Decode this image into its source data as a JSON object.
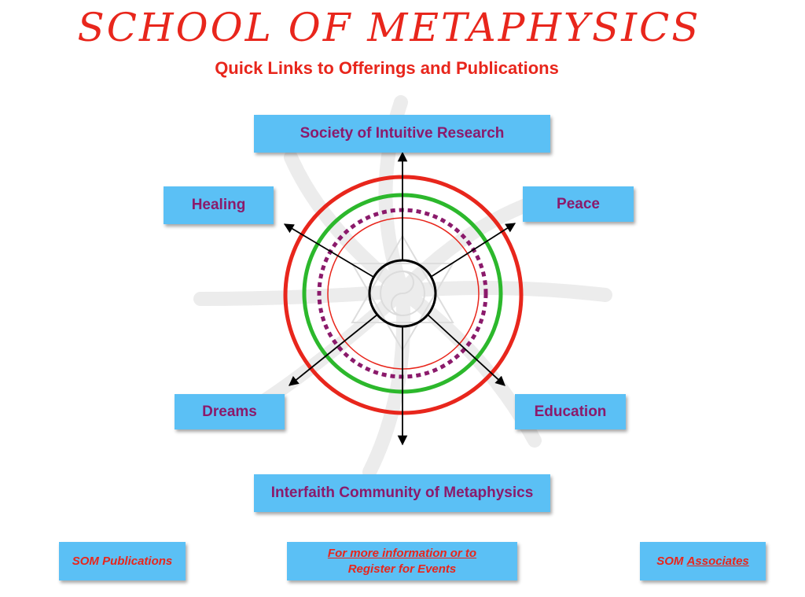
{
  "header": {
    "title": "SCHOOL OF METAPHYSICS",
    "subtitle": "Quick Links to Offerings and Publications"
  },
  "links": {
    "society": "Society of Intuitive Research",
    "healing": "Healing",
    "peace": "Peace",
    "dreams": "Dreams",
    "education": "Education",
    "interfaith": "Interfaith Community of Metaphysics"
  },
  "footer": {
    "publications": "SOM Publications",
    "register_line1": "For more information or to",
    "register_line2": "Register for Events",
    "associates_prefix": "SOM ",
    "associates_link": "Associates"
  },
  "colors": {
    "title": "#e8261c",
    "link_text": "#8b1a6b",
    "box_bg": "#5bc0f5",
    "outer_ring": "#e8261c",
    "middle_ring": "#2cb82c",
    "dotted_ring": "#8b1a6b"
  },
  "icons": [
    "sun-emblem-icon",
    "star-of-david-icon",
    "yin-yang-icon"
  ]
}
